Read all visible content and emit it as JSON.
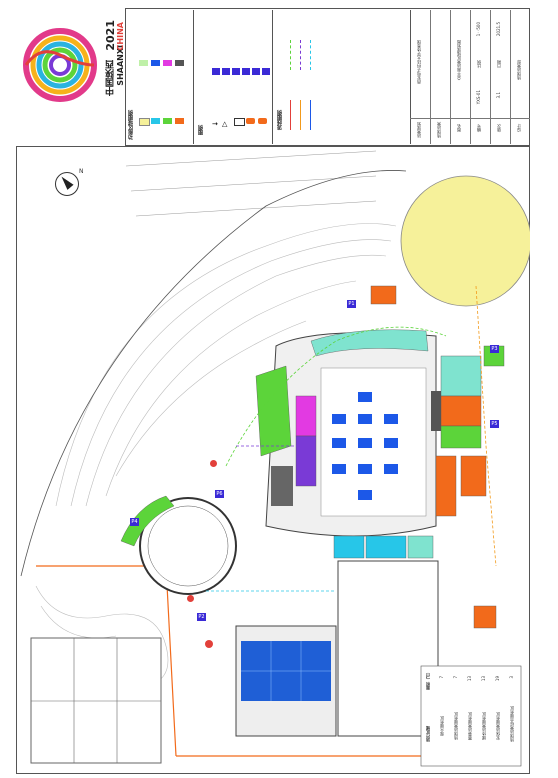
{
  "header": {
    "logo_text_cn": "中国陕西",
    "logo_year": "2021",
    "logo_text_en": "SHAANXI",
    "logo_text_en2": "CHINA"
  },
  "legend": {
    "functional_title": "功能区域图例",
    "colors": {
      "yellow": "#f6f19a",
      "cyan": "#27c6e8",
      "green": "#5cd43a",
      "orange": "#f26a1b",
      "blue": "#1c58e8",
      "magenta": "#e23ae2",
      "gray": "#555555",
      "mint": "#7fe3cf",
      "purple": "#7a3ad6",
      "court_blue": "#1f5fd6",
      "lightblue": "#8fd0f0"
    },
    "symbols_title": "图例",
    "flow_title": "流线图例"
  },
  "title_block": {
    "project_label": "运营规划",
    "project_name": "西安电子科技大学体育馆",
    "venue_label": "场馆运营",
    "drawing_label": "图名",
    "drawing_name": "总平面运营区域规划图",
    "number_label": "编号",
    "number_value": "YXS-01",
    "scale_label": "比例",
    "scale_value": "1：500",
    "version_label": "版次",
    "version_value": "3.1",
    "date_label": "日期",
    "date_value": "2021.5",
    "design_label": "设计",
    "design_value": "场馆运营部"
  },
  "map": {
    "north_label": "N",
    "zones": {
      "p1": "P1",
      "p2": "P2",
      "p3": "P3",
      "p4": "P4",
      "p5": "P5",
      "p6": "P6"
    }
  },
  "table": {
    "header_col1": "运行区域",
    "header_col2": "面积（㎡）",
    "rows": [
      {
        "name": "观众服务区",
        "value": "7"
      },
      {
        "name": "场馆运营服务区",
        "value": "7"
      },
      {
        "name": "赛事运营服务区",
        "value": "13"
      },
      {
        "name": "媒体运营服务区",
        "value": "13"
      },
      {
        "name": "安保运营服务区",
        "value": "19"
      },
      {
        "name": "场馆运营综合服务区",
        "value": "3"
      }
    ]
  }
}
